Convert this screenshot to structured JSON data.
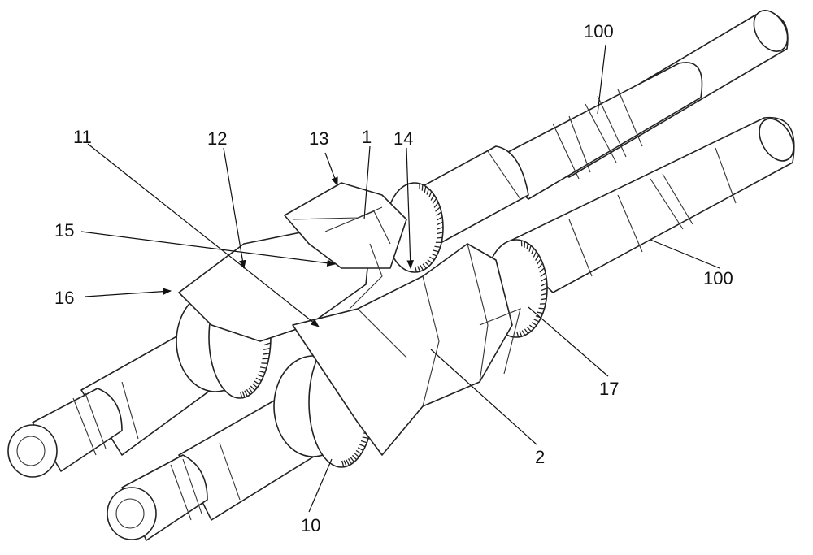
{
  "figure": {
    "labels": {
      "l100_top": "100",
      "l100_right": "100",
      "l11": "11",
      "l12": "12",
      "l13": "13",
      "l1": "1",
      "l14": "14",
      "l15": "15",
      "l16": "16",
      "l17": "17",
      "l2": "2",
      "l10": "10"
    }
  }
}
